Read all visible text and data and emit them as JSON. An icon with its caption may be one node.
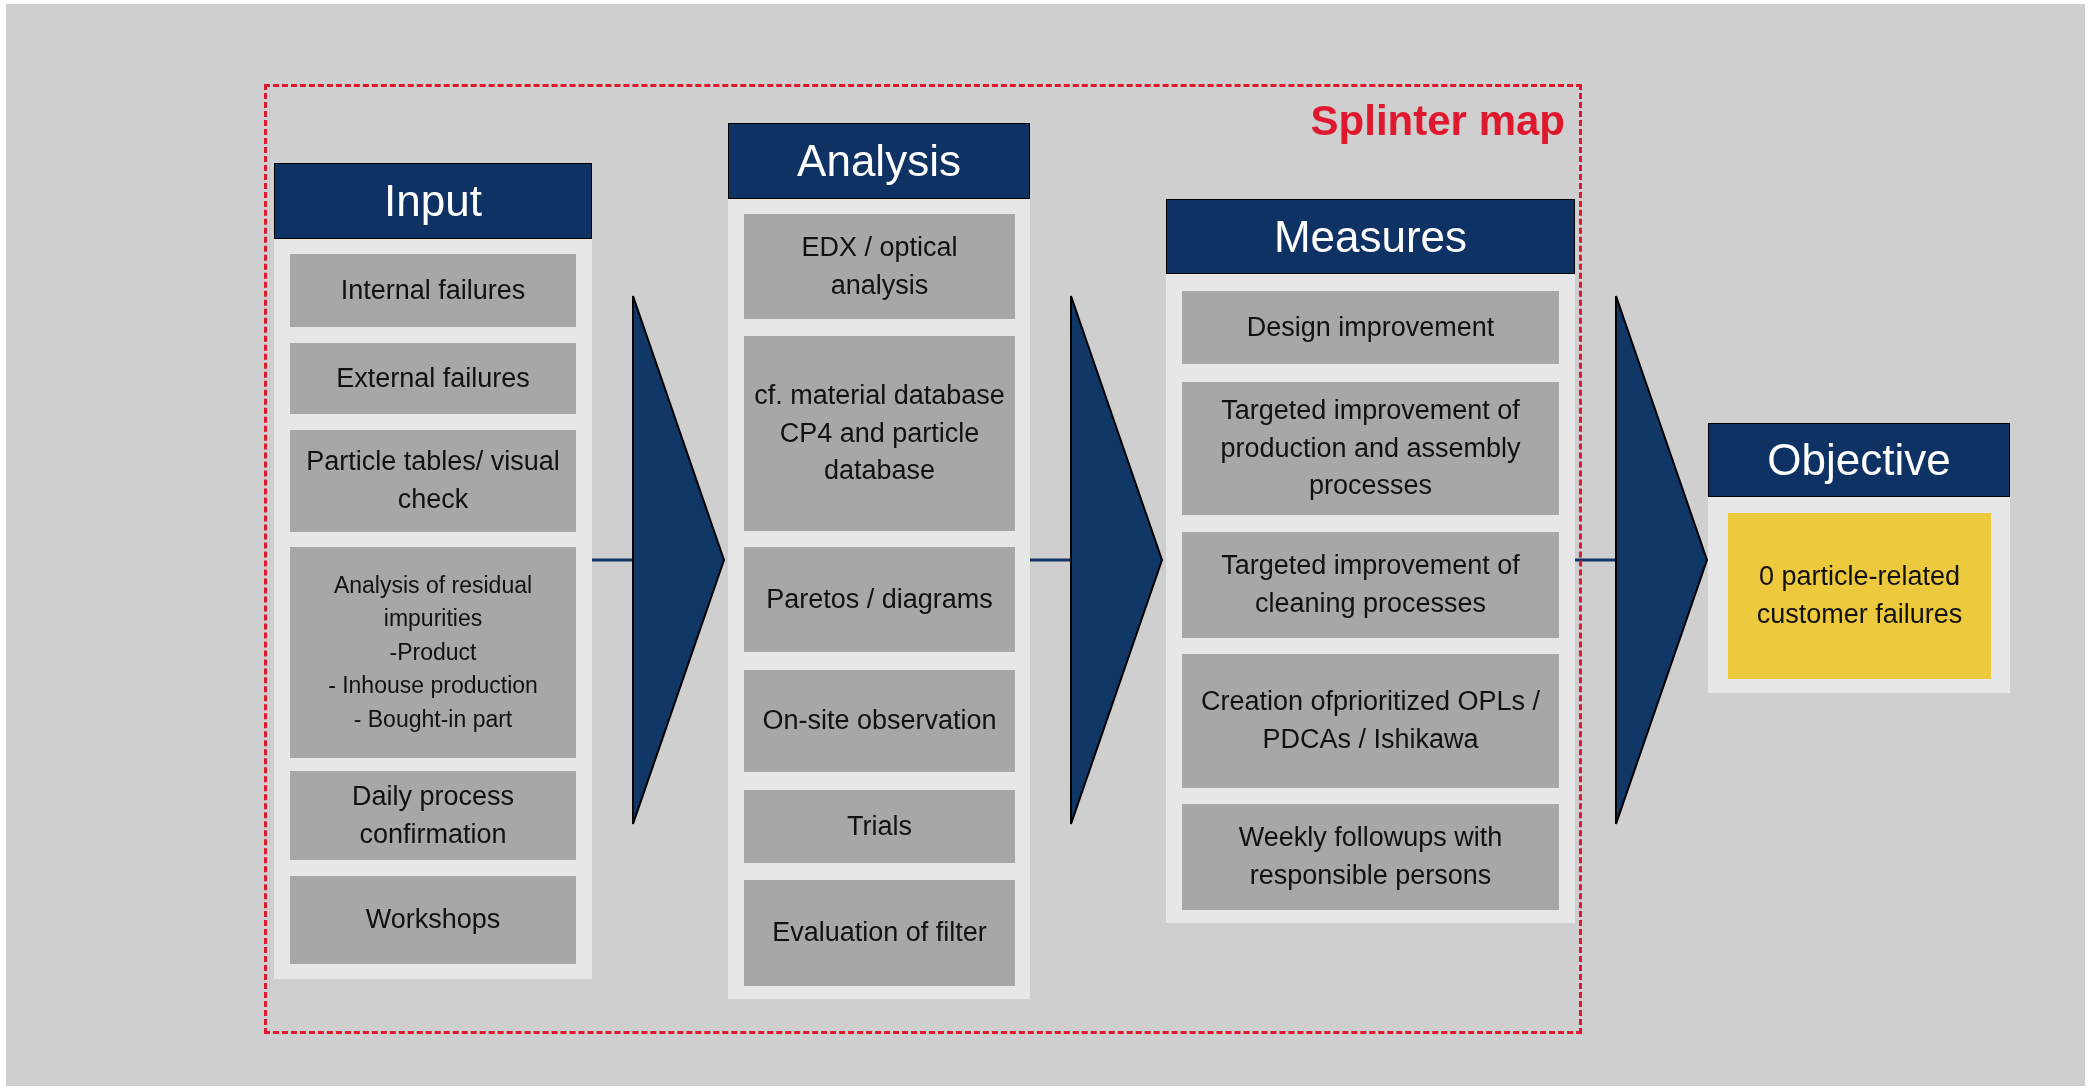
{
  "diagram": {
    "nodes": [
      {
        "text": [
          "Splinter map"
        ]
      },
      {
        "text": [
          "Input"
        ],
        "in": 0
      },
      {
        "text": [
          "Internal failures"
        ],
        "in": 1
      },
      {
        "text": [
          "External failures"
        ],
        "in": 1
      },
      {
        "text": [
          "Particle tables/ visual check"
        ],
        "in": 1
      },
      {
        "text": [
          "Analysis of residual impurities",
          "-Product",
          "- Inhouse production",
          "- Bought-in part"
        ],
        "in": 1
      },
      {
        "text": [
          "Daily process confirmation"
        ],
        "in": 1
      },
      {
        "text": [
          "Workshops"
        ],
        "in": 1
      },
      {
        "text": [
          "Analysis"
        ],
        "in": 0
      },
      {
        "text": [
          "EDX / optical analysis"
        ],
        "in": 8
      },
      {
        "text": [
          "cf. material database CP4 and particle database"
        ],
        "in": 8
      },
      {
        "text": [
          "Paretos / diagrams"
        ],
        "in": 8
      },
      {
        "text": [
          "On-site observation"
        ],
        "in": 8
      },
      {
        "text": [
          "Trials"
        ],
        "in": 8
      },
      {
        "text": [
          "Evaluation of filter"
        ],
        "in": 8
      },
      {
        "text": [
          "Measures"
        ],
        "in": 0
      },
      {
        "text": [
          "Design improvement"
        ],
        "in": 15
      },
      {
        "text": [
          "Targeted improvement of production and assembly processes"
        ],
        "in": 15
      },
      {
        "text": [
          "Targeted improvement of cleaning processes"
        ],
        "in": 15
      },
      {
        "text": [
          "Creation ofprioritized OPLs / PDCAs / Ishikawa"
        ],
        "in": 15
      },
      {
        "text": [
          "Weekly followups with responsible persons"
        ],
        "in": 15
      },
      {
        "text": [
          "Objective"
        ]
      },
      {
        "text": [
          "0 particle-related customer failures"
        ],
        "in": 21
      }
    ],
    "edges": [
      {
        "from": 1,
        "to": 8,
        "arrow": "to"
      },
      {
        "from": 8,
        "to": 15,
        "arrow": "to"
      },
      {
        "from": 15,
        "to": 21,
        "arrow": "to"
      }
    ]
  }
}
